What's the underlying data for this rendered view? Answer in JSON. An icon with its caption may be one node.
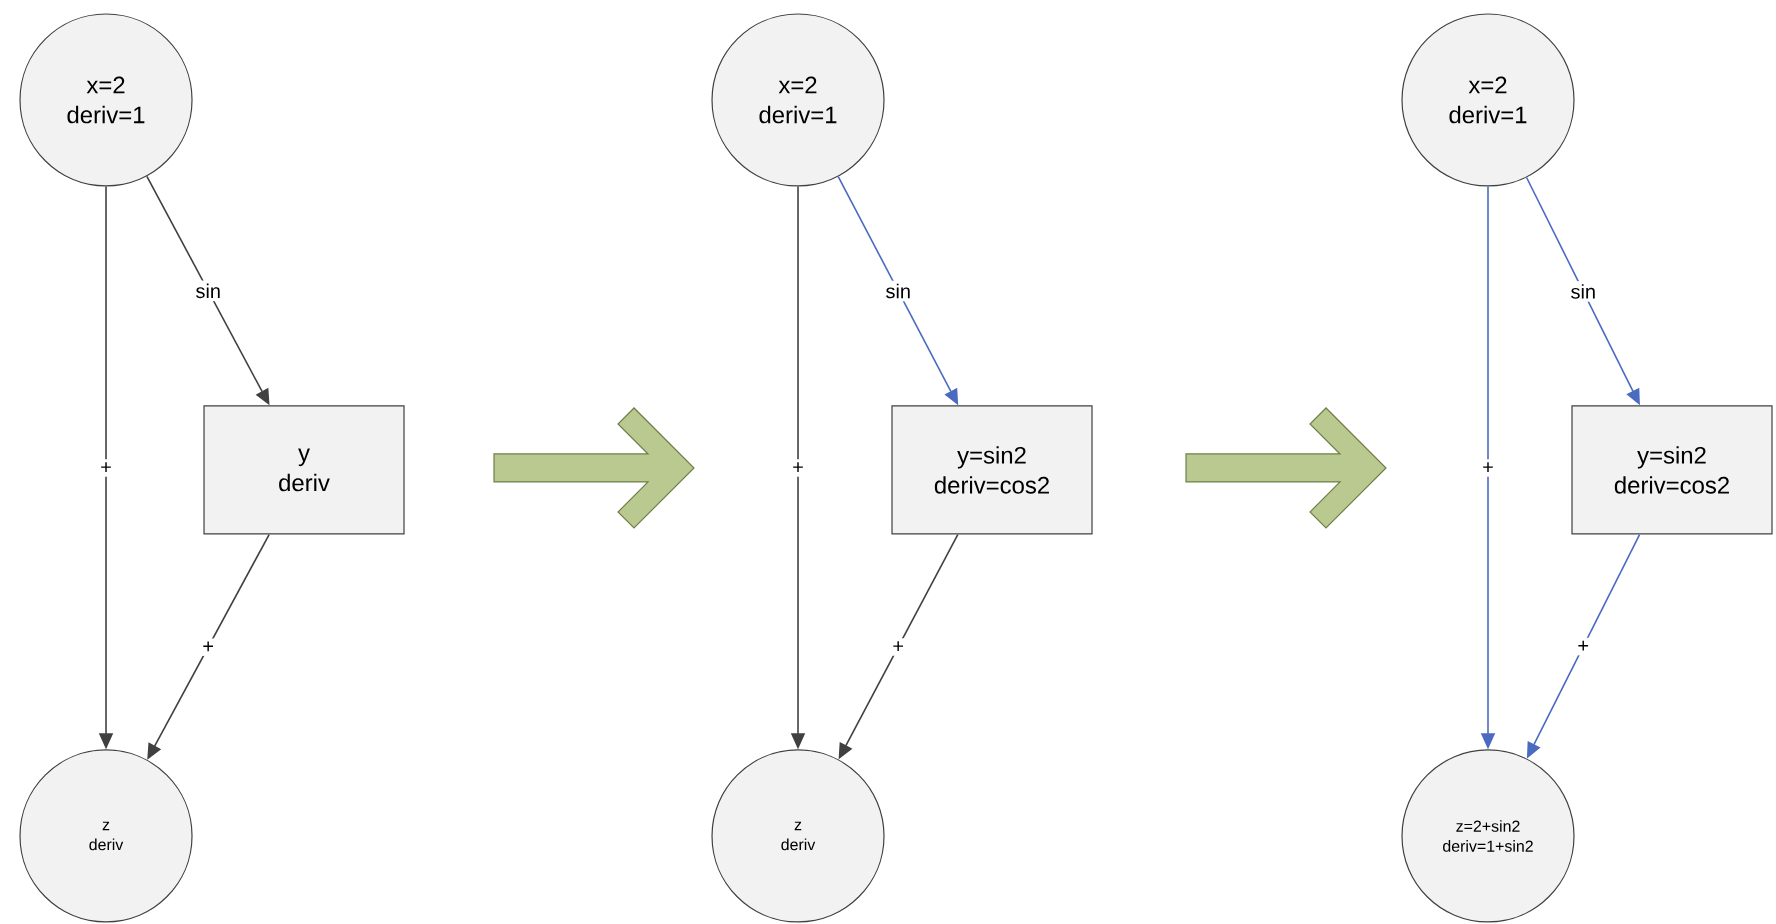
{
  "diagram": {
    "nodes": [
      {
        "text": [
          "x=2",
          "deriv=1"
        ]
      },
      {
        "text": [
          "y",
          "deriv"
        ]
      },
      {
        "text": [
          "z",
          "deriv"
        ]
      },
      {
        "text": [
          "x=2",
          "deriv=1"
        ]
      },
      {
        "text": [
          "y=sin2",
          "deriv=cos2"
        ]
      },
      {
        "text": [
          "z",
          "deriv"
        ]
      },
      {
        "text": [
          "x=2",
          "deriv=1"
        ]
      },
      {
        "text": [
          "y=sin2",
          "deriv=cos2"
        ]
      },
      {
        "text": [
          "z=2+sin2",
          "deriv=1+sin2"
        ]
      }
    ],
    "edges": [
      {
        "from": 0,
        "to": 1,
        "arrow": "to",
        "label": "sin"
      },
      {
        "from": 0,
        "to": 2,
        "arrow": "to",
        "label": "+"
      },
      {
        "from": 1,
        "to": 2,
        "arrow": "to",
        "label": "+"
      },
      {
        "from": 3,
        "to": 4,
        "arrow": "to",
        "label": "sin",
        "color": "#4a6bbf"
      },
      {
        "from": 3,
        "to": 5,
        "arrow": "to",
        "label": "+"
      },
      {
        "from": 4,
        "to": 5,
        "arrow": "to",
        "label": "+"
      },
      {
        "from": 6,
        "to": 7,
        "arrow": "to",
        "label": "sin",
        "color": "#4a6bbf"
      },
      {
        "from": 6,
        "to": 8,
        "arrow": "to",
        "label": "+",
        "color": "#4a6bbf"
      },
      {
        "from": 7,
        "to": 8,
        "arrow": "to",
        "label": "+",
        "color": "#4a6bbf"
      }
    ]
  }
}
